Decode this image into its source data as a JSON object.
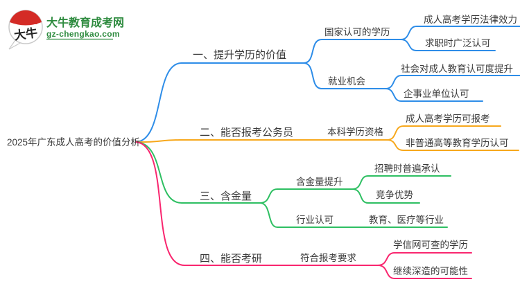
{
  "logo": {
    "icon_text": "大牛",
    "title": "大牛教育成考网",
    "url": "gz-chengkao.com",
    "brand_color": "#2e8b3f",
    "seal_color": "#d42b26"
  },
  "root": {
    "label": "2025年广东成人高考的价值分析"
  },
  "colors": {
    "branch1": "#2e8de8",
    "branch2": "#f7a81c",
    "branch3": "#2ebf62",
    "branch4": "#f9266f",
    "text": "#3a3a3a",
    "icon_text": "#222222",
    "bubble_stroke": "#c9c9c9"
  },
  "branches": [
    {
      "label": "一、提升学历的价值",
      "children": [
        {
          "label": "国家认可的学历",
          "children": [
            {
              "label": "成人高考学历法律效力"
            },
            {
              "label": "求职时广泛认可"
            }
          ]
        },
        {
          "label": "就业机会",
          "children": [
            {
              "label": "社会对成人教育认可度提升"
            },
            {
              "label": "企事业单位认可"
            }
          ]
        }
      ]
    },
    {
      "label": "二、能否报考公务员",
      "children": [
        {
          "label": "本科学历资格",
          "children": [
            {
              "label": "成人高考学历可报考"
            },
            {
              "label": "非普通高等教育学历认可"
            }
          ]
        }
      ]
    },
    {
      "label": "三、含金量",
      "children": [
        {
          "label": "含金量提升",
          "children": [
            {
              "label": "招聘时普遍承认"
            },
            {
              "label": "竞争优势"
            }
          ]
        },
        {
          "label": "行业认可",
          "children": [
            {
              "label": "教育、医疗等行业"
            }
          ]
        }
      ]
    },
    {
      "label": "四、能否考研",
      "children": [
        {
          "label": "符合报考要求",
          "children": [
            {
              "label": "学信网可查的学历"
            },
            {
              "label": "继续深造的可能性"
            }
          ]
        }
      ]
    }
  ]
}
